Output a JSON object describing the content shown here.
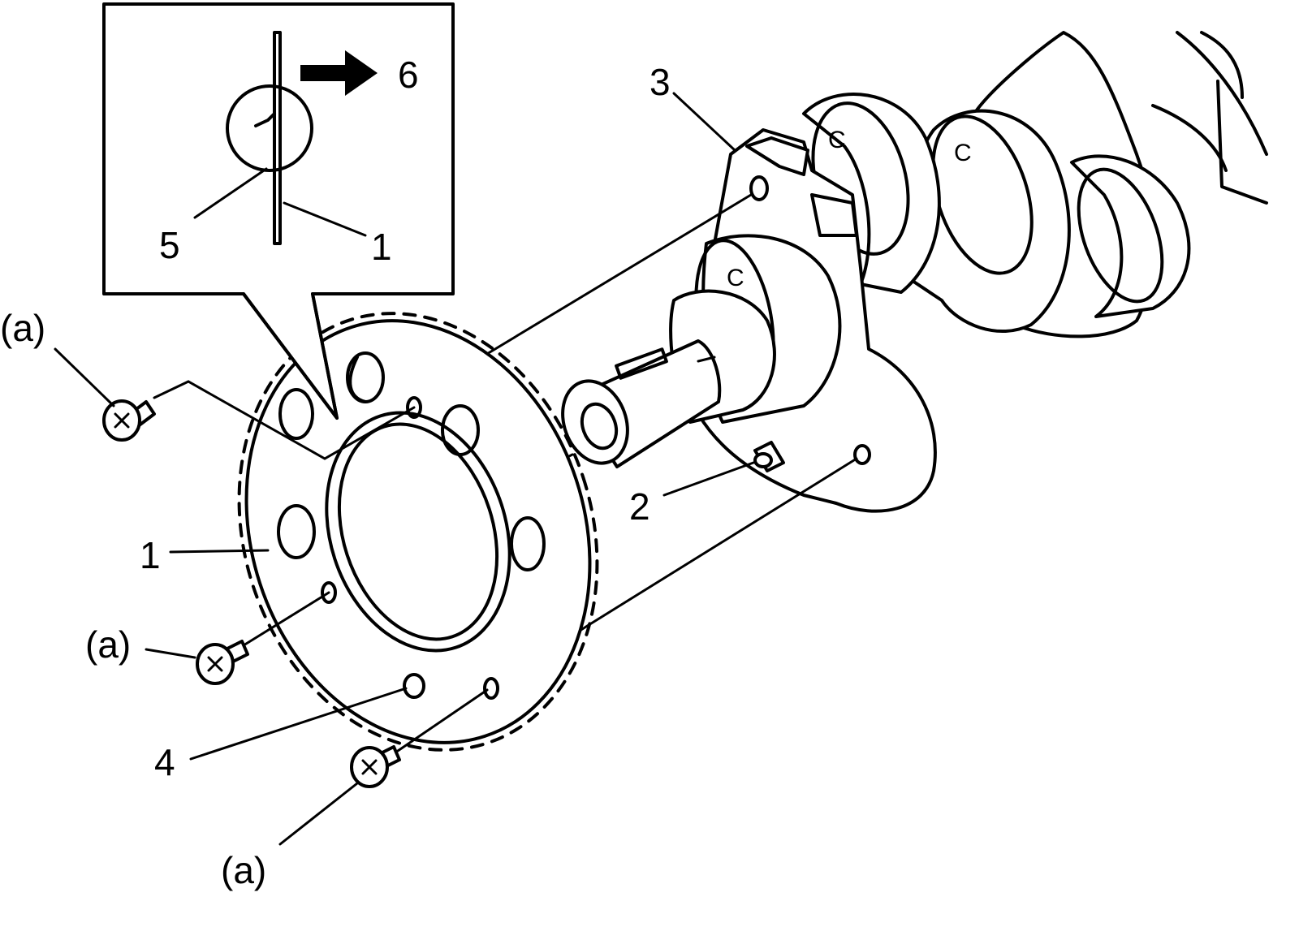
{
  "callouts": {
    "ring_label": "1",
    "dowel_label": "2",
    "crankshaft_label": "3",
    "hole_label": "4",
    "inset_ring_label": "1",
    "inset_bend_label": "5",
    "inset_direction_label": "6",
    "bolt_label_top": "(a)",
    "bolt_label_middle": "(a)",
    "bolt_label_bottom": "(a)"
  },
  "colors": {
    "line": "#000000",
    "background": "#ffffff"
  }
}
